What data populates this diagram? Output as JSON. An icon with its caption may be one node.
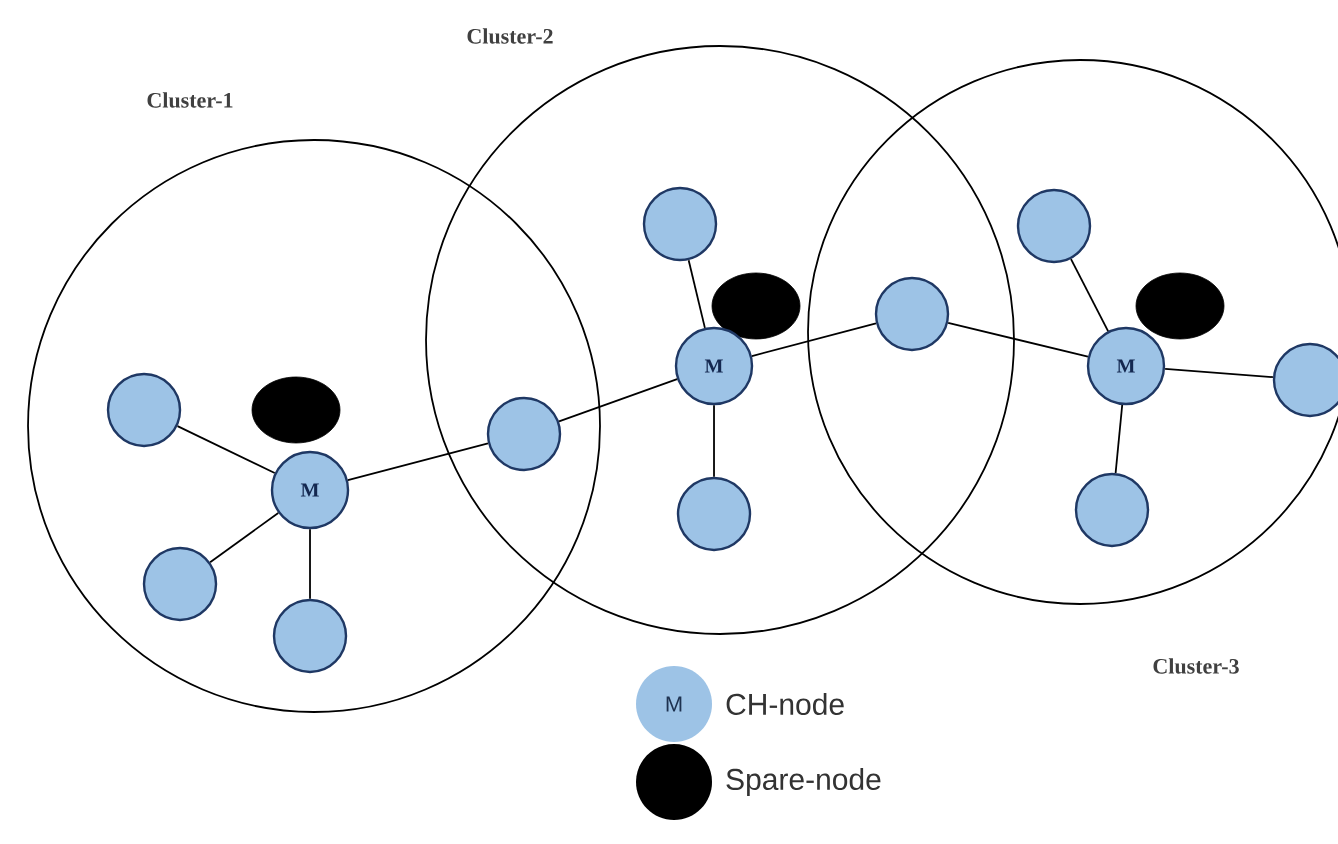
{
  "diagram": {
    "nodes": [
      {
        "text": [
          "Cluster-1"
        ]
      },
      {
        "text": [
          "Cluster-2"
        ]
      },
      {
        "text": [
          "Cluster-3"
        ]
      },
      {
        "text": [],
        "shape": "circle",
        "in": 0
      },
      {
        "text": [],
        "shape": "ellipse",
        "in": 0
      },
      {
        "text": [
          "M"
        ],
        "in": 0
      },
      {
        "text": [],
        "shape": "circle",
        "in": 0
      },
      {
        "text": [],
        "shape": "circle",
        "in": 0
      },
      {
        "text": [],
        "shape": "circle"
      },
      {
        "text": [],
        "shape": "circle",
        "in": 1
      },
      {
        "text": [],
        "shape": "ellipse",
        "in": 1
      },
      {
        "text": [
          "M"
        ],
        "in": 1
      },
      {
        "text": [],
        "shape": "circle",
        "in": 1
      },
      {
        "text": [],
        "shape": "circle"
      },
      {
        "text": [],
        "shape": "circle",
        "in": 2
      },
      {
        "text": [],
        "shape": "ellipse",
        "in": 2
      },
      {
        "text": [
          "M"
        ],
        "in": 2
      },
      {
        "text": [],
        "shape": "circle",
        "in": 2
      },
      {
        "text": [],
        "shape": "circle",
        "in": 2
      }
    ],
    "edges": [
      {
        "from": 5,
        "to": 3,
        "arrow": "none"
      },
      {
        "from": 5,
        "to": 6,
        "arrow": "none"
      },
      {
        "from": 5,
        "to": 7,
        "arrow": "none"
      },
      {
        "from": 5,
        "to": 8,
        "arrow": "none"
      },
      {
        "from": 8,
        "to": 11,
        "arrow": "none"
      },
      {
        "from": 11,
        "to": 9,
        "arrow": "none"
      },
      {
        "from": 11,
        "to": 12,
        "arrow": "none"
      },
      {
        "from": 11,
        "to": 13,
        "arrow": "none"
      },
      {
        "from": 13,
        "to": 16,
        "arrow": "none"
      },
      {
        "from": 16,
        "to": 14,
        "arrow": "none"
      },
      {
        "from": 16,
        "to": 17,
        "arrow": "none"
      },
      {
        "from": 16,
        "to": 18,
        "arrow": "none"
      }
    ],
    "labels": [
      "M"
    ],
    "legend": [
      {
        "text": "CH-node"
      },
      {
        "text": "Spare-node"
      }
    ]
  }
}
